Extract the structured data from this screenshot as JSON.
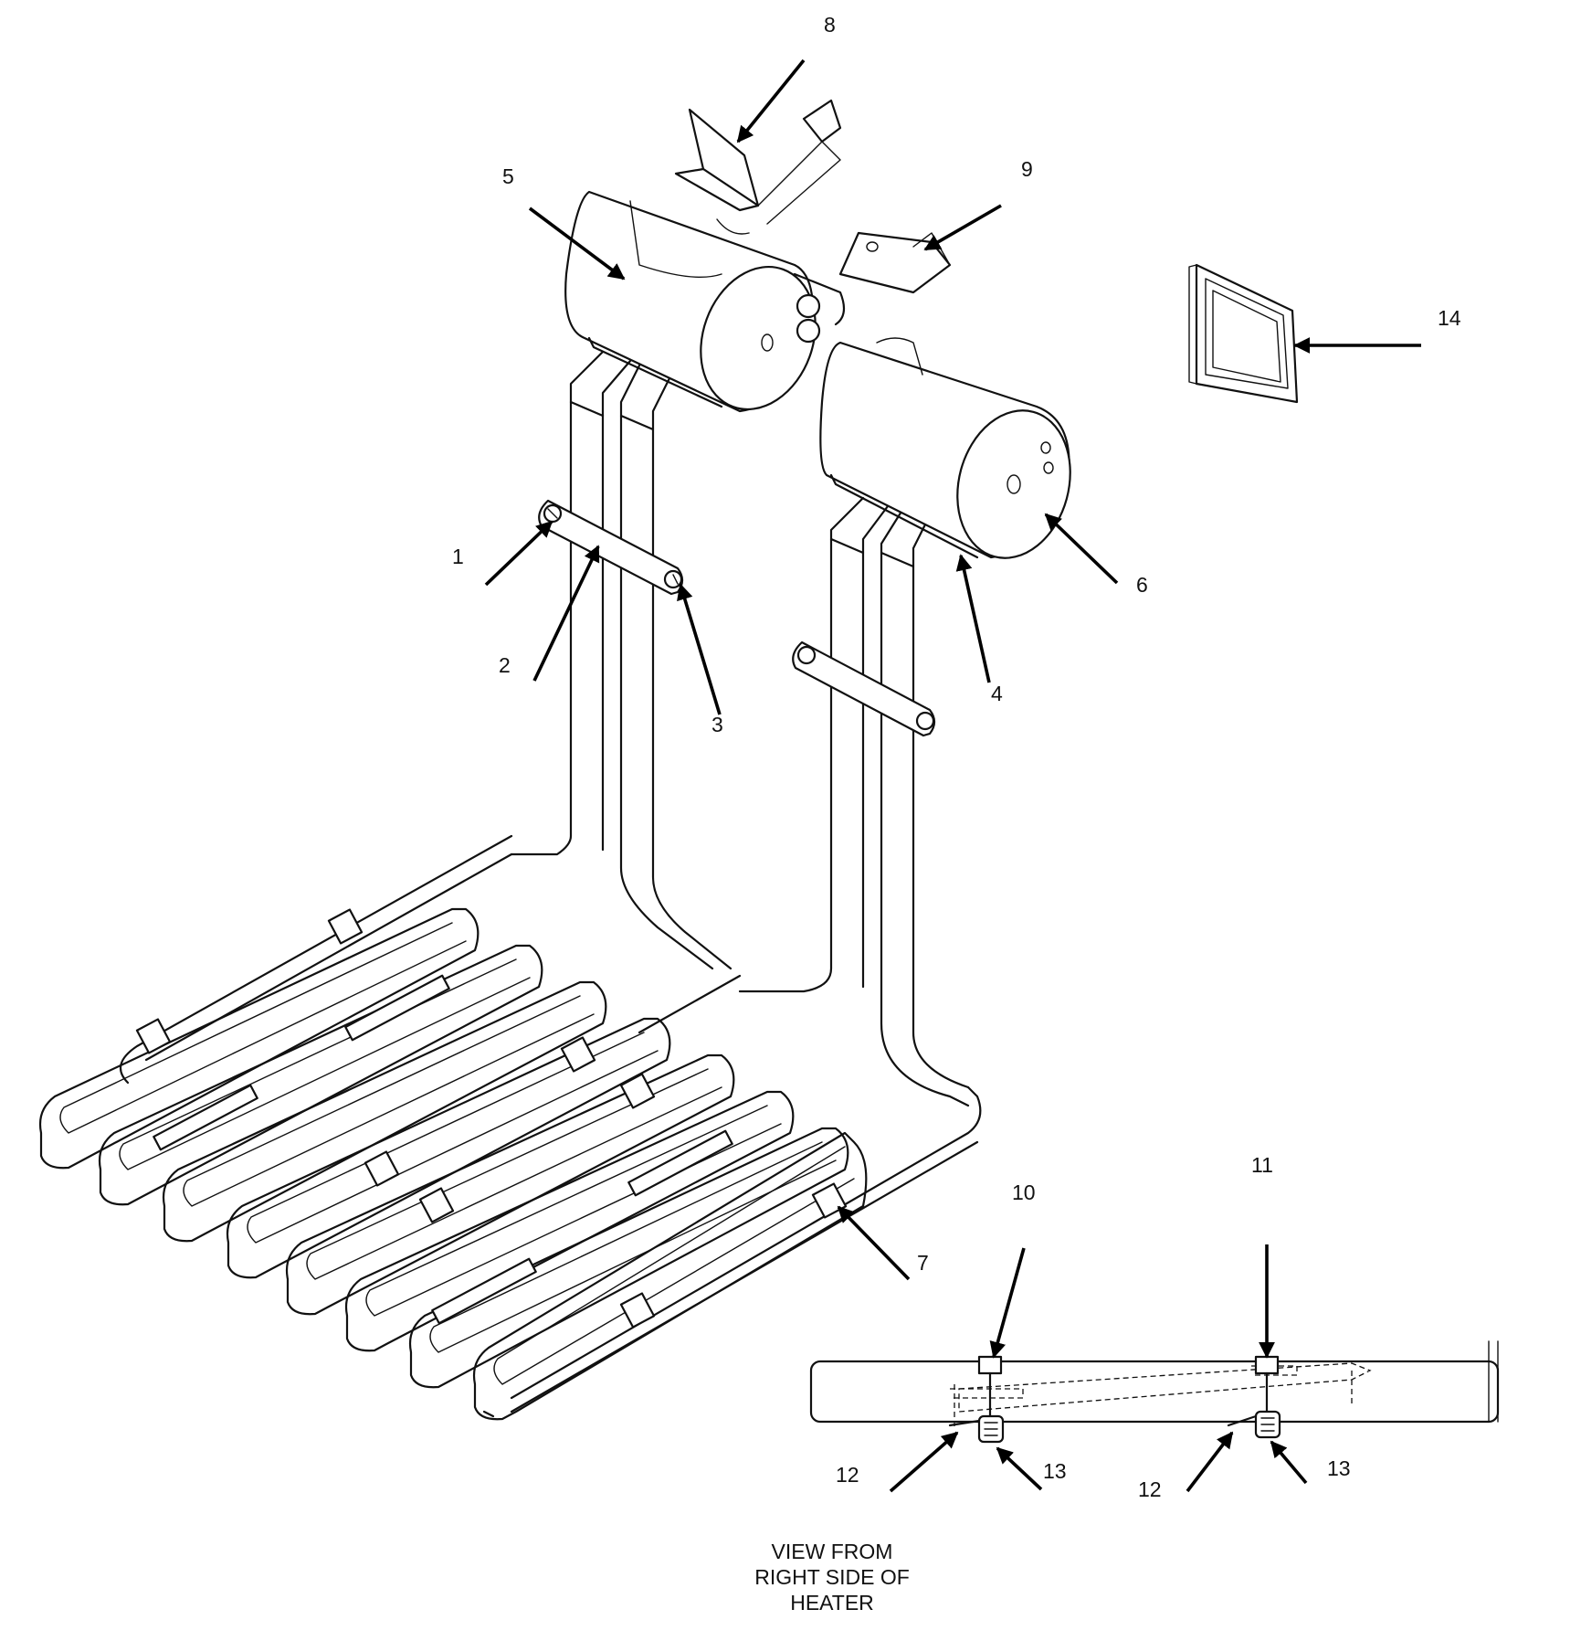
{
  "callouts": {
    "c1": "1",
    "c2": "2",
    "c3": "3",
    "c4": "4",
    "c5": "5",
    "c6": "6",
    "c7": "7",
    "c8": "8",
    "c9": "9",
    "c10": "10",
    "c11": "11",
    "c12a": "12",
    "c12b": "12",
    "c13a": "13",
    "c13b": "13",
    "c14": "14"
  },
  "caption": {
    "line1": "VIEW FROM",
    "line2": "RIGHT SIDE OF",
    "line3": "HEATER"
  }
}
